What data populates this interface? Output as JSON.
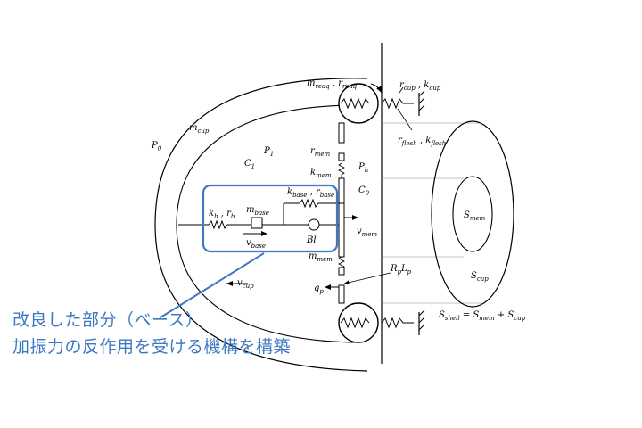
{
  "labels": {
    "m_reaq": "m",
    "m_reaq_sub": "reaq",
    "r_reaq": "r",
    "r_reaq_sub": "reaq",
    "r_cup": "r",
    "r_cup_sub": "cup",
    "k_cup": "k",
    "k_cup_sub": "cup",
    "m_cup": "m",
    "m_cup_sub": "cup",
    "P0": "P",
    "P0_sub": "0",
    "P1": "P",
    "P1_sub": "1",
    "C1": "C",
    "C1_sub": "1",
    "r_mem": "r",
    "r_mem_sub": "mem",
    "k_mem": "k",
    "k_mem_sub": "mem",
    "Ph": "P",
    "Ph_sub": "h",
    "C0": "C",
    "C0_sub": "0",
    "r_flesh": "r",
    "r_flesh_sub": "flesh",
    "k_flesh": "k",
    "k_flesh_sub": "flesh",
    "k_base": "k",
    "k_base_sub": "base",
    "r_base": "r",
    "r_base_sub": "base",
    "m_base": "m",
    "m_base_sub": "base",
    "k_b": "k",
    "k_b_sub": "b",
    "r_b": "r",
    "r_b_sub": "b",
    "v_base": "v",
    "v_base_sub": "base",
    "Bl": "Bl",
    "v_mem": "v",
    "v_mem_sub": "mem",
    "m_mem": "m",
    "m_mem_sub": "mem",
    "S_mem": "S",
    "S_mem_sub": "mem",
    "R_p": "R",
    "R_p_sub": "p",
    "L_p": "L",
    "L_p_sub": "p",
    "q_p": "q",
    "q_p_sub": "p",
    "S_cup": "S",
    "S_cup_sub": "cup",
    "v_cup": "v",
    "v_cup_sub": "cup",
    "shell_S": "S",
    "shell_sub": "shell",
    "shell_eq": " = ",
    "shell_S2": "S",
    "shell_S2_sub": "mem",
    "shell_plus": " + ",
    "shell_S3": "S",
    "shell_S3_sub": "cup",
    "comma": " , "
  },
  "annotation": {
    "line1": "改良した部分（ベース）",
    "line2": "加振力の反作用を受ける機構を構築"
  },
  "colors": {
    "accent": "#3d78c3",
    "line": "#000000",
    "guide": "#888888"
  }
}
